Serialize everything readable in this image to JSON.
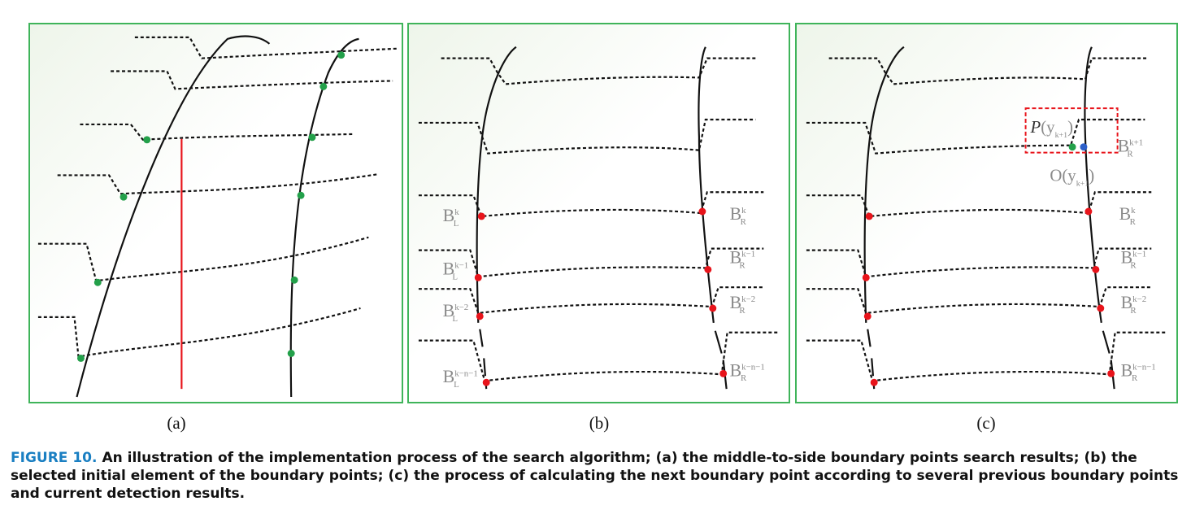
{
  "panels": [
    {
      "label": "(a)"
    },
    {
      "label": "(b)",
      "symbols": [
        {
          "base": "B",
          "sub": "L",
          "sup": "k"
        },
        {
          "base": "B",
          "sub": "L",
          "sup": "k−1"
        },
        {
          "base": "B",
          "sub": "L",
          "sup": "k−2"
        },
        {
          "base": "B",
          "sub": "L",
          "sup": "k−n−1"
        },
        {
          "base": "B",
          "sub": "R",
          "sup": "k"
        },
        {
          "base": "B",
          "sub": "R",
          "sup": "k−1"
        },
        {
          "base": "B",
          "sub": "R",
          "sup": "k−2"
        },
        {
          "base": "B",
          "sub": "R",
          "sup": "k−n−1"
        }
      ]
    },
    {
      "label": "(c)",
      "symbols": [
        {
          "base": "B",
          "sub": "R",
          "sup": "k+1"
        },
        {
          "base": "B",
          "sub": "R",
          "sup": "k"
        },
        {
          "base": "B",
          "sub": "R",
          "sup": "k−1"
        },
        {
          "base": "B",
          "sub": "R",
          "sup": "k−2"
        },
        {
          "base": "B",
          "sub": "R",
          "sup": "k−n−1"
        }
      ],
      "annotations": {
        "p": "P",
        "p_arg": "(y",
        "p_sub": "k+1",
        "p_close": ")",
        "o": "O(y",
        "o_sub": "k+1",
        "o_close": ")"
      }
    }
  ],
  "caption": {
    "figure_label": "FIGURE 10.",
    "text": "An illustration of the implementation process of the search algorithm; (a) the middle-to-side boundary points search results; (b) the selected initial element of the boundary points; (c) the process of calculating the next boundary point according to several previous boundary points and current detection results."
  },
  "colors": {
    "border": "#3fb45a",
    "green_point": "#23a04a",
    "red_point": "#e8141b",
    "blue_point": "#2d5fc8",
    "red_line": "#e8141b",
    "caption_label": "#1a7fc2"
  }
}
